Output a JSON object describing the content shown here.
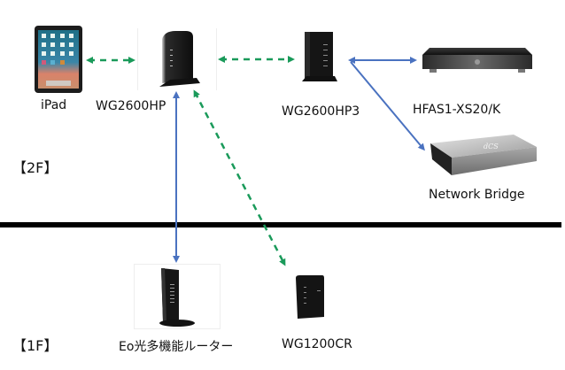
{
  "floors": {
    "upper": "【2F】",
    "lower": "【1F】"
  },
  "devices": [
    {
      "id": "ipad",
      "label": "iPad",
      "kind": "tablet"
    },
    {
      "id": "wg2600hp",
      "label": "WG2600HP",
      "kind": "router"
    },
    {
      "id": "wg2600hp3",
      "label": "WG2600HP3",
      "kind": "router"
    },
    {
      "id": "hfas1",
      "label": "HFAS1-XS20/K",
      "kind": "audio-server"
    },
    {
      "id": "bridge",
      "label": "Network Bridge",
      "kind": "network-bridge"
    },
    {
      "id": "eo-router",
      "label": "Eo光多機能ルーター",
      "kind": "router"
    },
    {
      "id": "wg1200cr",
      "label": "WG1200CR",
      "kind": "router"
    }
  ],
  "connections": [
    {
      "from": "ipad",
      "to": "wg2600hp",
      "type": "wireless",
      "color": "#1a9a5a"
    },
    {
      "from": "wg2600hp",
      "to": "wg2600hp3",
      "type": "wireless",
      "color": "#1a9a5a"
    },
    {
      "from": "wg2600hp3",
      "to": "hfas1",
      "type": "wired",
      "color": "#4a72c0"
    },
    {
      "from": "wg2600hp3",
      "to": "bridge",
      "type": "wired",
      "color": "#4a72c0"
    },
    {
      "from": "wg2600hp",
      "to": "eo-router",
      "type": "wired",
      "color": "#4a72c0"
    },
    {
      "from": "wg2600hp",
      "to": "wg1200cr",
      "type": "wireless",
      "color": "#1a9a5a"
    }
  ],
  "colors": {
    "wireless": "#1a9a5a",
    "wired": "#4a72c0",
    "divider": "#000000"
  }
}
